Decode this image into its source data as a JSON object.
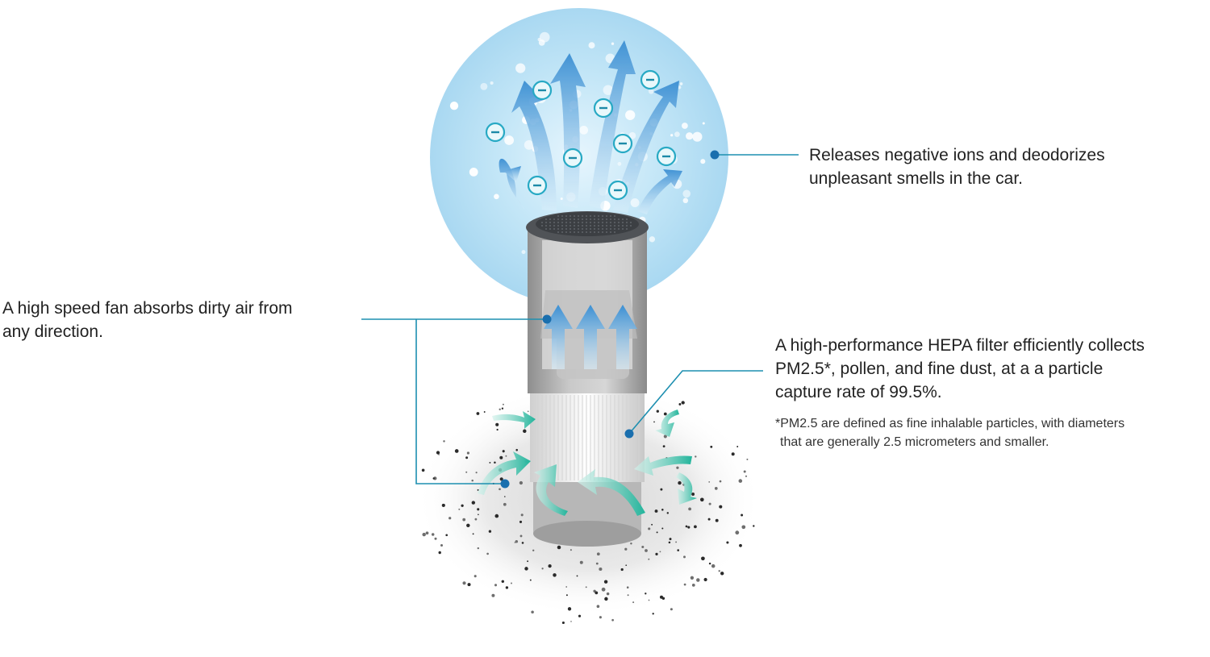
{
  "callouts": {
    "ions": {
      "lines": [
        "Releases negative ions and deodorizes",
        "unpleasant smells in the car."
      ]
    },
    "fan": {
      "lines": [
        "A high speed fan absorbs dirty air from",
        "any direction."
      ]
    },
    "hepa": {
      "lines": [
        "A high-performance HEPA filter efficiently collects",
        "PM2.5*, pollen, and fine dust, at a a particle",
        "capture rate of 99.5%."
      ]
    }
  },
  "footnote": {
    "lines": [
      "*PM2.5 are defined as fine inhalable particles, with diameters",
      "that are generally 2.5 micrometers and smaller."
    ]
  },
  "colors": {
    "leader_line": "#1d8fb0",
    "leader_dot": "#1a6fae",
    "ion_glow": "#bfe3f5",
    "airflow_blue": "#3a8fd6",
    "intake_teal": "#2bb8a2"
  }
}
